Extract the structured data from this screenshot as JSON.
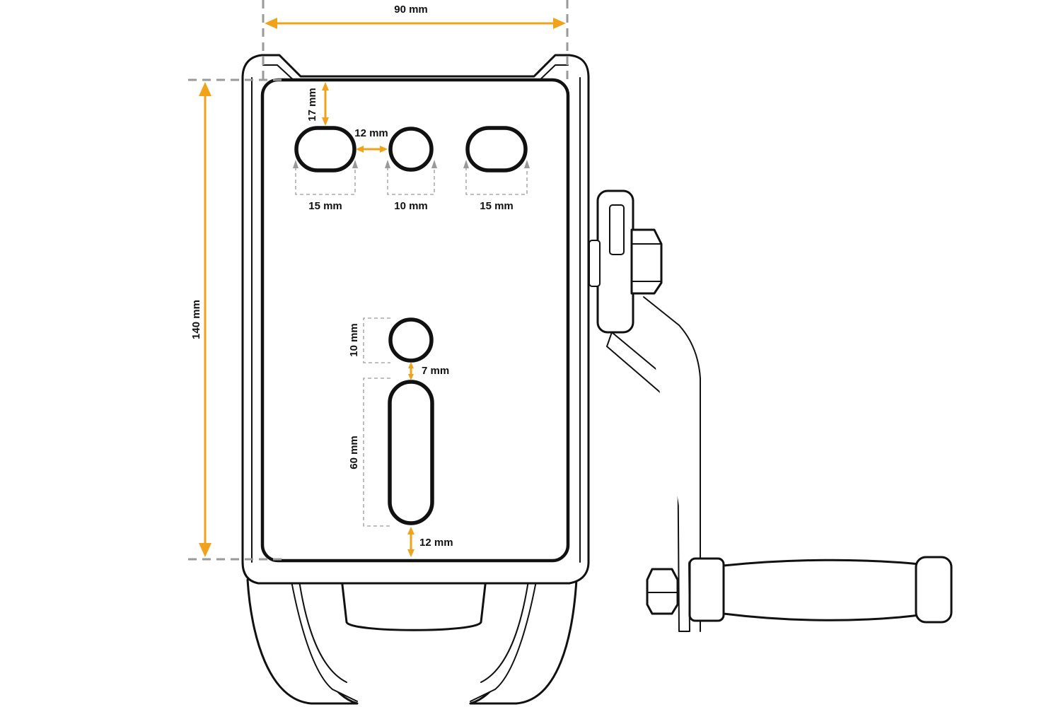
{
  "diagram": {
    "colors": {
      "dimension": "#f0a21a",
      "guide": "#9a9a9a",
      "outline": "#111111",
      "background": "#ffffff"
    },
    "labels": {
      "width": "90 mm",
      "height": "140 mm",
      "top_offset": "17 mm",
      "hole_gap": "12 mm",
      "hole1_width": "15 mm",
      "hole2_width": "10 mm",
      "hole3_width": "15 mm",
      "lower_hole_dia": "10 mm",
      "lower_gap": "7 mm",
      "slot_length": "60 mm",
      "bottom_offset": "12 mm"
    },
    "icons": {
      "handle": "crank-handle-icon",
      "drum": "winch-drum-icon"
    }
  }
}
